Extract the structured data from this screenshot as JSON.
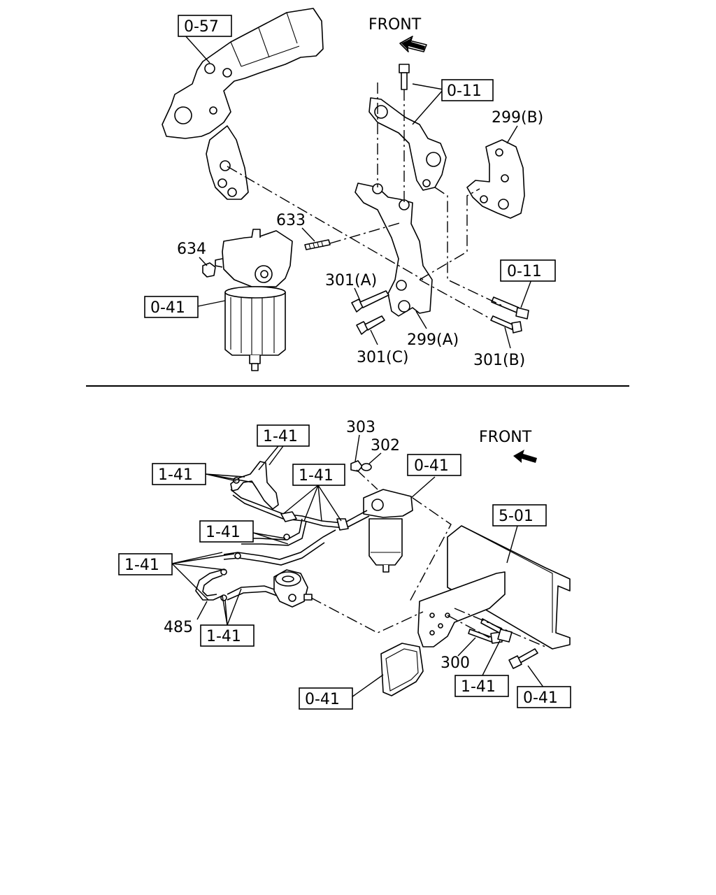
{
  "diagram": {
    "top": {
      "front_label": "FRONT",
      "ref_057": "0-57",
      "ref_011_a": "0-11",
      "ref_011_b": "0-11",
      "ref_041": "0-41",
      "part_299b": "299(B)",
      "part_633": "633",
      "part_634": "634",
      "part_301a": "301(A)",
      "part_301c": "301(C)",
      "part_299a": "299(A)",
      "part_301b": "301(B)"
    },
    "bottom": {
      "front_label": "FRONT",
      "ref_141_a": "1-41",
      "ref_141_b": "1-41",
      "ref_141_c": "1-41",
      "ref_141_d": "1-41",
      "ref_141_e": "1-41",
      "ref_141_f": "1-41",
      "ref_141_g": "1-41",
      "ref_041_a": "0-41",
      "ref_041_b": "0-41",
      "ref_041_c": "0-41",
      "ref_501": "5-01",
      "part_303": "303",
      "part_302": "302",
      "part_485": "485",
      "part_300": "300"
    }
  }
}
